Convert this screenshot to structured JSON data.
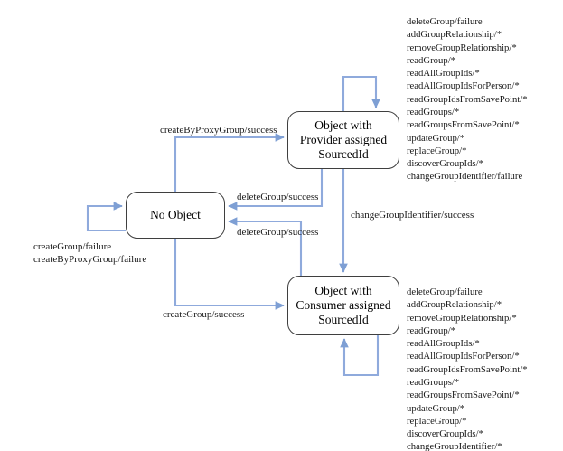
{
  "diagram": {
    "title": "SourcedId object lifecycle state diagram",
    "accent_color": "#8FAADC",
    "border_color": "#3f3f3f",
    "background": "#ffffff"
  },
  "states": {
    "none": {
      "label": "No Object"
    },
    "provider": {
      "label": "Object with\nProvider assigned\nSourcedId"
    },
    "consumer": {
      "label": "Object with\nConsumer assigned\nSourcedId"
    }
  },
  "transitions": {
    "create_by_proxy_success": "createByProxyGroup/success",
    "delete_success_from_provider": "deleteGroup/success",
    "delete_success_from_consumer": "deleteGroup/success",
    "change_identifier_success": "changeGroupIdentifier/success",
    "create_success": "createGroup/success",
    "create_failures": "createGroup/failure\ncreateByProxyGroup/failure"
  },
  "self_loops": {
    "provider_operations": [
      "deleteGroup/failure",
      "addGroupRelationship/*",
      "removeGroupRelationship/*",
      "readGroup/*",
      "readAllGroupIds/*",
      "readAllGroupIdsForPerson/*",
      "readGroupIdsFromSavePoint/*",
      "readGroups/*",
      "readGroupsFromSavePoint/*",
      "updateGroup/*",
      "replaceGroup/*",
      "discoverGroupIds/*",
      "changeGroupIdentifier/failure"
    ],
    "consumer_operations": [
      "deleteGroup/failure",
      "addGroupRelationship/*",
      "removeGroupRelationship/*",
      "readGroup/*",
      "readAllGroupIds/*",
      "readAllGroupIdsForPerson/*",
      "readGroupIdsFromSavePoint/*",
      "readGroups/*",
      "readGroupsFromSavePoint/*",
      "updateGroup/*",
      "replaceGroup/*",
      "discoverGroupIds/*",
      "changeGroupIdentifier/*"
    ]
  }
}
